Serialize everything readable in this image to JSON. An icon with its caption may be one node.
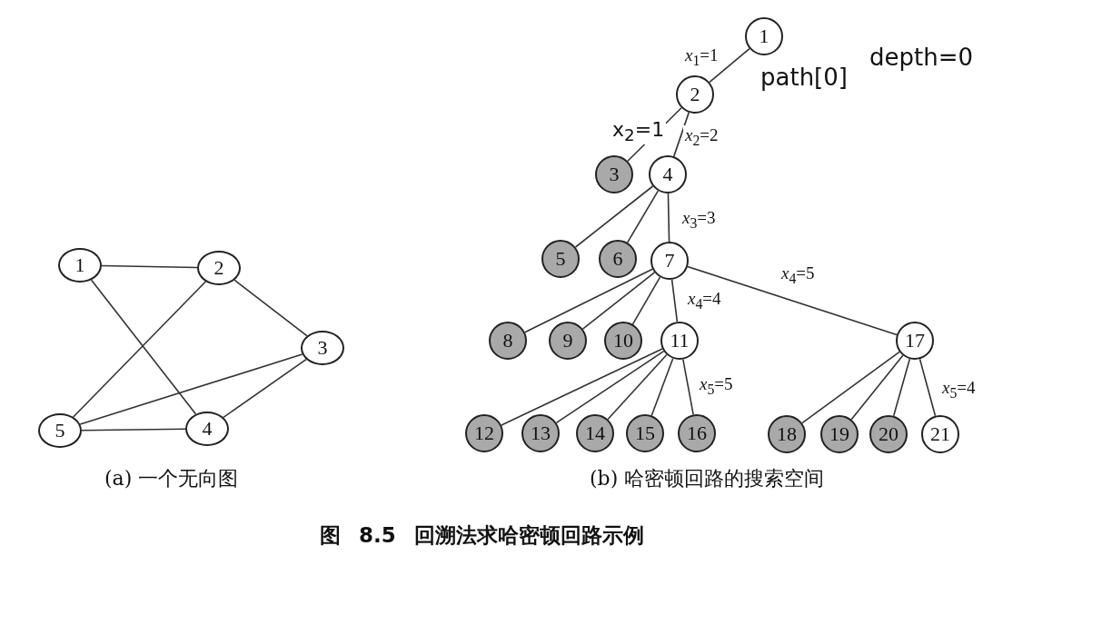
{
  "diagram": {
    "caption": "图 8.5 回溯法求哈密顿回路示例",
    "nodes": [
      {
        "text": [
          "1"
        ]
      },
      {
        "text": [
          "2"
        ]
      },
      {
        "text": [
          "3"
        ]
      },
      {
        "text": [
          "4"
        ]
      },
      {
        "text": [
          "5"
        ]
      },
      {
        "text": [
          "1"
        ]
      },
      {
        "text": [
          "2"
        ]
      },
      {
        "text": [
          "3"
        ]
      },
      {
        "text": [
          "4"
        ]
      },
      {
        "text": [
          "5"
        ]
      },
      {
        "text": [
          "6"
        ]
      },
      {
        "text": [
          "7"
        ]
      },
      {
        "text": [
          "8"
        ]
      },
      {
        "text": [
          "9"
        ]
      },
      {
        "text": [
          "10"
        ]
      },
      {
        "text": [
          "11"
        ]
      },
      {
        "text": [
          "12"
        ]
      },
      {
        "text": [
          "13"
        ]
      },
      {
        "text": [
          "14"
        ]
      },
      {
        "text": [
          "15"
        ]
      },
      {
        "text": [
          "16"
        ]
      },
      {
        "text": [
          "17"
        ]
      },
      {
        "text": [
          "18"
        ]
      },
      {
        "text": [
          "19"
        ]
      },
      {
        "text": [
          "20"
        ]
      },
      {
        "text": [
          "21"
        ]
      }
    ],
    "edges": [
      {
        "from": 0,
        "to": 1,
        "arrow": "none"
      },
      {
        "from": 0,
        "to": 3,
        "arrow": "none"
      },
      {
        "from": 1,
        "to": 4,
        "arrow": "none"
      },
      {
        "from": 1,
        "to": 2,
        "arrow": "none"
      },
      {
        "from": 2,
        "to": 4,
        "arrow": "none"
      },
      {
        "from": 2,
        "to": 3,
        "arrow": "none"
      },
      {
        "from": 4,
        "to": 3,
        "arrow": "none"
      },
      {
        "from": 5,
        "to": 6,
        "arrow": "none",
        "label": "*x*$_{1}$=1"
      },
      {
        "from": 6,
        "to": 7,
        "arrow": "none",
        "label": "x$_{2}$=1"
      },
      {
        "from": 6,
        "to": 8,
        "arrow": "none",
        "label": "*x*$_{2}$=2"
      },
      {
        "from": 8,
        "to": 9,
        "arrow": "none"
      },
      {
        "from": 8,
        "to": 10,
        "arrow": "none"
      },
      {
        "from": 8,
        "to": 11,
        "arrow": "none",
        "label": "*x*$_{3}$=3"
      },
      {
        "from": 11,
        "to": 12,
        "arrow": "none"
      },
      {
        "from": 11,
        "to": 13,
        "arrow": "none"
      },
      {
        "from": 11,
        "to": 14,
        "arrow": "none"
      },
      {
        "from": 11,
        "to": 15,
        "arrow": "none",
        "label": "*x*$_{4}$=4"
      },
      {
        "from": 11,
        "to": 21,
        "arrow": "none",
        "label": "*x*$_{4}$=5"
      },
      {
        "from": 15,
        "to": 16,
        "arrow": "none"
      },
      {
        "from": 15,
        "to": 17,
        "arrow": "none"
      },
      {
        "from": 15,
        "to": 18,
        "arrow": "none"
      },
      {
        "from": 15,
        "to": 19,
        "arrow": "none"
      },
      {
        "from": 15,
        "to": 20,
        "arrow": "none",
        "label": "*x*$_{5}$=5"
      },
      {
        "from": 21,
        "to": 22,
        "arrow": "none"
      },
      {
        "from": 21,
        "to": 23,
        "arrow": "none"
      },
      {
        "from": 21,
        "to": 24,
        "arrow": "none"
      },
      {
        "from": 21,
        "to": 25,
        "arrow": "none",
        "label": "*x*$_{5}$=4"
      }
    ],
    "labels": [
      "path[0]",
      "depth=0",
      "(a) 一个无向图",
      "(b) 哈密顿回路的搜索空间"
    ]
  }
}
